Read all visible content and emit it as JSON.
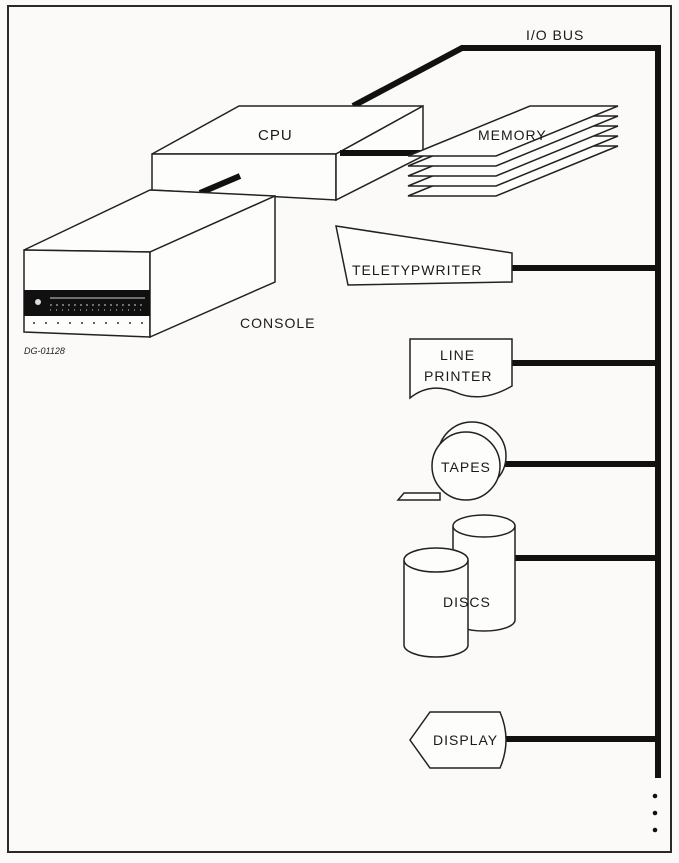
{
  "diagram": {
    "io_bus_label": "I/O BUS",
    "cpu_label": "CPU",
    "memory_label": "MEMORY",
    "console_label": "CONSOLE",
    "drawing_number": "DG-01128",
    "devices": [
      {
        "id": "teletypwriter",
        "label": "TELETYPWRITER"
      },
      {
        "id": "line-printer",
        "label_line1": "LINE",
        "label_line2": "PRINTER"
      },
      {
        "id": "tapes",
        "label": "TAPES"
      },
      {
        "id": "discs",
        "label": "DISCS"
      },
      {
        "id": "display",
        "label": "DISPLAY"
      }
    ],
    "continuation": "⋮"
  }
}
